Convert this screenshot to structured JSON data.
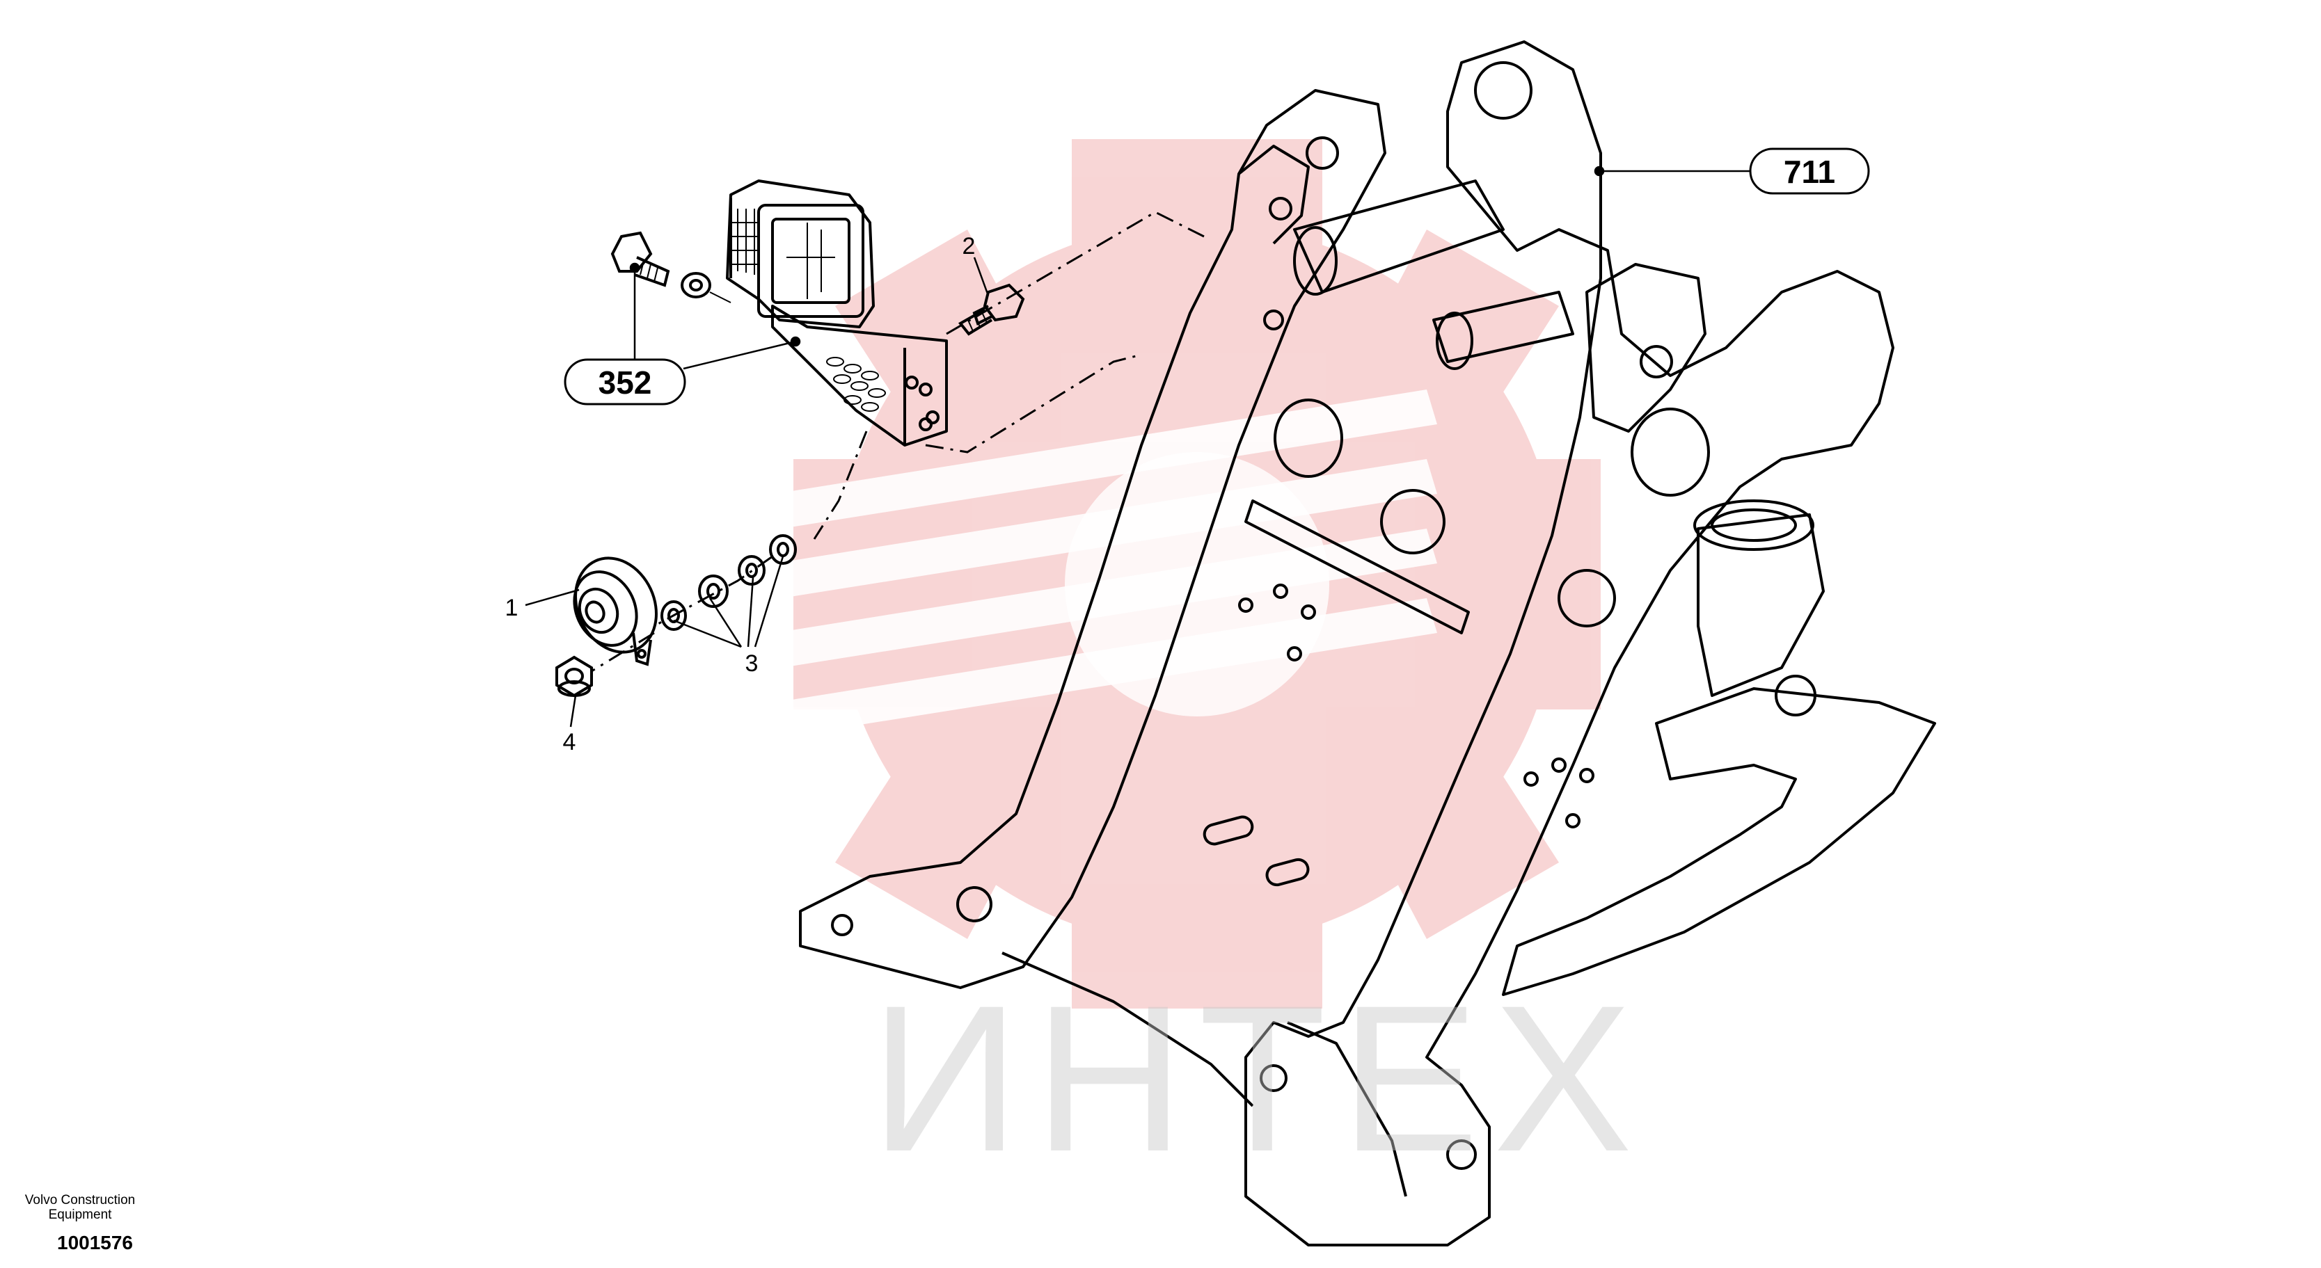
{
  "watermark": {
    "text": "ИНТЕХ",
    "color": "#f3b4b4"
  },
  "brand": {
    "line1": "Volvo Construction",
    "line2": "Equipment"
  },
  "diagram_id": "1001576",
  "callouts": {
    "c711": "711",
    "c352": "352",
    "c1": "1",
    "c2": "2",
    "c3": "3",
    "c4": "4"
  }
}
